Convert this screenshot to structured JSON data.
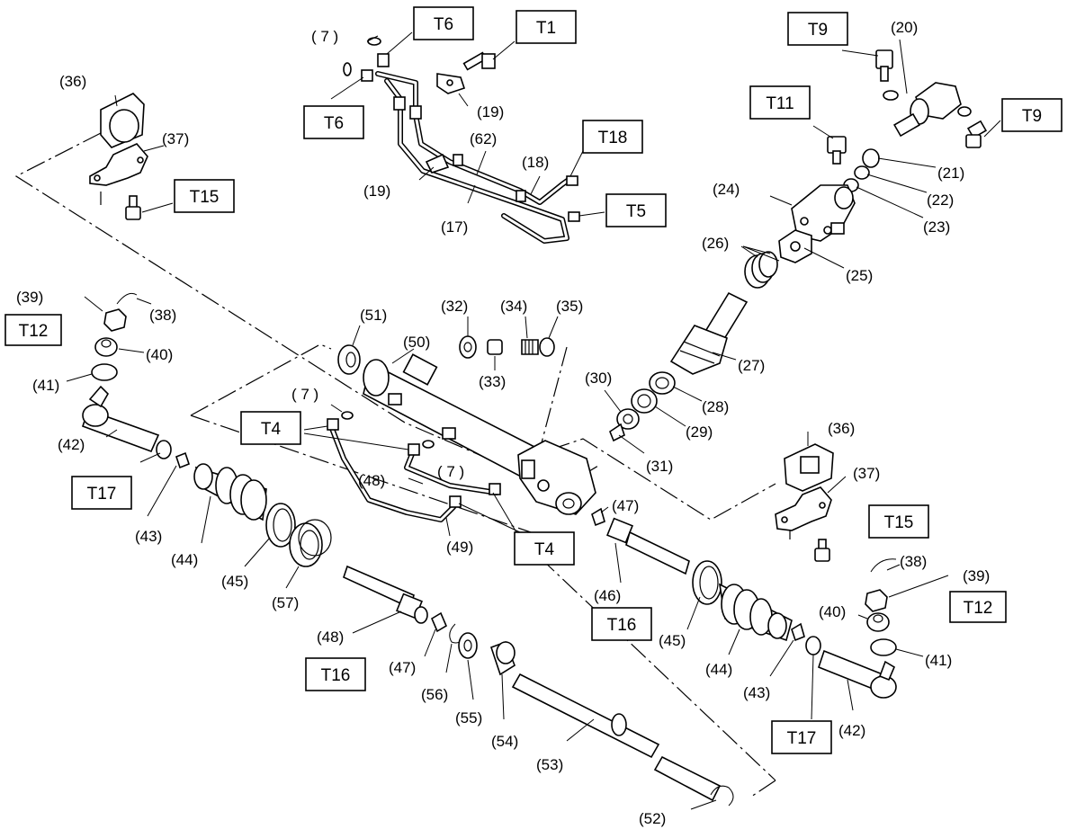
{
  "torque_labels": {
    "T1": "T1",
    "T4": "T4",
    "T5": "T5",
    "T6": "T6",
    "T9": "T9",
    "T11": "T11",
    "T12": "T12",
    "T15": "T15",
    "T16": "T16",
    "T17": "T17",
    "T18": "T18"
  },
  "parts": {
    "p7": "( 7 )",
    "p17": "(17)",
    "p18": "(18)",
    "p19": "(19)",
    "p20": "(20)",
    "p21": "(21)",
    "p22": "(22)",
    "p23": "(23)",
    "p24": "(24)",
    "p25": "(25)",
    "p26": "(26)",
    "p27": "(27)",
    "p28": "(28)",
    "p29": "(29)",
    "p30": "(30)",
    "p31": "(31)",
    "p32": "(32)",
    "p33": "(33)",
    "p34": "(34)",
    "p35": "(35)",
    "p36": "(36)",
    "p37": "(37)",
    "p38": "(38)",
    "p39": "(39)",
    "p40": "(40)",
    "p41": "(41)",
    "p42": "(42)",
    "p43": "(43)",
    "p44": "(44)",
    "p45": "(45)",
    "p46": "(46)",
    "p47": "(47)",
    "p48": "(48)",
    "p49": "(49)",
    "p50": "(50)",
    "p51": "(51)",
    "p52": "(52)",
    "p53": "(53)",
    "p54": "(54)",
    "p55": "(55)",
    "p56": "(56)",
    "p57": "(57)",
    "p62": "(62)"
  }
}
